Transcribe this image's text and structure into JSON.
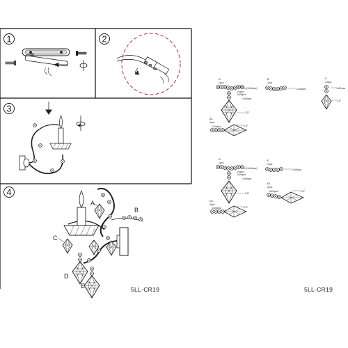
{
  "steps": [
    "1",
    "2",
    "3",
    "4"
  ],
  "step4_labels": {
    "A": "A",
    "B": "B",
    "C": "C",
    "D": "D",
    "E": "E"
  },
  "model_left": "5LL-CR19",
  "model_right": "5LL-CR19",
  "parts": {
    "A": {
      "letter": "A",
      "qty": "1pcs",
      "spec1": "2×(1/4/4pcs)",
      "spec2": "1/4pcs",
      "spec3": "1/4/5pcs",
      "spec4": "1/4/5pcs",
      "dim": "2.5\""
    },
    "A1": {
      "letter": "A1",
      "qty": "2pcs",
      "spec": "1/4/4pcs",
      "dim": "2.5\""
    },
    "B": {
      "letter": "B",
      "qty": "1pcs",
      "spec": "1/4/6pcs"
    },
    "C": {
      "letter": "C",
      "qty": "12pcs",
      "spec": "1/4/1pcs",
      "dim": "1.5\""
    },
    "D": {
      "letter": "D",
      "qty": "1pcs",
      "spec1": "2×(1/4/4pcs)",
      "spec2": "1/4pcs",
      "spec3": "1/4/6pcs",
      "spec4": "1/4/5pcs",
      "dim": "2.5\""
    },
    "D1": {
      "letter": "D1",
      "qty": "2pcs",
      "spec": "1/4/4pcs",
      "dim": "2.5\""
    },
    "E": {
      "letter": "E",
      "qty": "1pcs",
      "spec": "1/4/6pcs"
    },
    "E1": {
      "letter": "E1",
      "qty": "2pcs",
      "spec": "1/4/4pcs",
      "dim": "2.5\""
    }
  }
}
